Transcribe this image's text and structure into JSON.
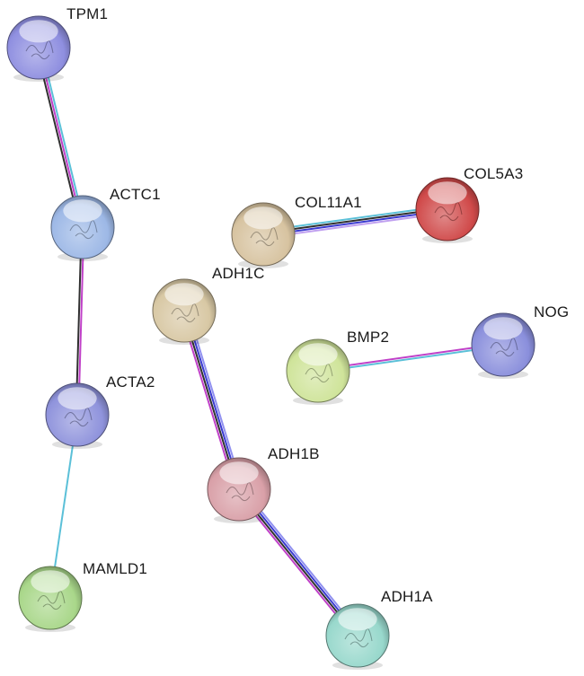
{
  "nodes": [
    {
      "id": "TPM1",
      "label": "TPM1",
      "color": "#8f8fe0"
    },
    {
      "id": "ACTC1",
      "label": "ACTC1",
      "color": "#9db8e6"
    },
    {
      "id": "ACTA2",
      "label": "ACTA2",
      "color": "#8f93dc"
    },
    {
      "id": "MAMLD1",
      "label": "MAMLD1",
      "color": "#a9d78a"
    },
    {
      "id": "COL11A1",
      "label": "COL11A1",
      "color": "#d7c3a0"
    },
    {
      "id": "COL5A3",
      "label": "COL5A3",
      "color": "#d04a4a"
    },
    {
      "id": "ADH1C",
      "label": "ADH1C",
      "color": "#d8c8a4"
    },
    {
      "id": "BMP2",
      "label": "BMP2",
      "color": "#cfe49a"
    },
    {
      "id": "NOG",
      "label": "NOG",
      "color": "#8a8fdc"
    },
    {
      "id": "ADH1B",
      "label": "ADH1B",
      "color": "#d9a0a8"
    },
    {
      "id": "ADH1A",
      "label": "ADH1A",
      "color": "#98d8cc"
    }
  ],
  "edges": [
    {
      "from": "TPM1",
      "to": "ACTC1",
      "colors": [
        "#5bc0d8",
        "#c040c8",
        "#303030"
      ]
    },
    {
      "from": "ACTC1",
      "to": "ACTA2",
      "colors": [
        "#c040c8",
        "#303030"
      ]
    },
    {
      "from": "ACTA2",
      "to": "MAMLD1",
      "colors": [
        "#5bc0d8"
      ]
    },
    {
      "from": "COL11A1",
      "to": "COL5A3",
      "colors": [
        "#5bc0d8",
        "#303030",
        "#3a3ad0",
        "#c0a0f0"
      ]
    },
    {
      "from": "BMP2",
      "to": "NOG",
      "colors": [
        "#c040c8",
        "#5bc0d8"
      ]
    },
    {
      "from": "ADH1C",
      "to": "ADH1B",
      "colors": [
        "#9090f0",
        "#3a3ad0",
        "#303030",
        "#c040c8"
      ]
    },
    {
      "from": "ADH1B",
      "to": "ADH1A",
      "colors": [
        "#9090f0",
        "#3a3ad0",
        "#303030",
        "#c040c8"
      ]
    }
  ]
}
